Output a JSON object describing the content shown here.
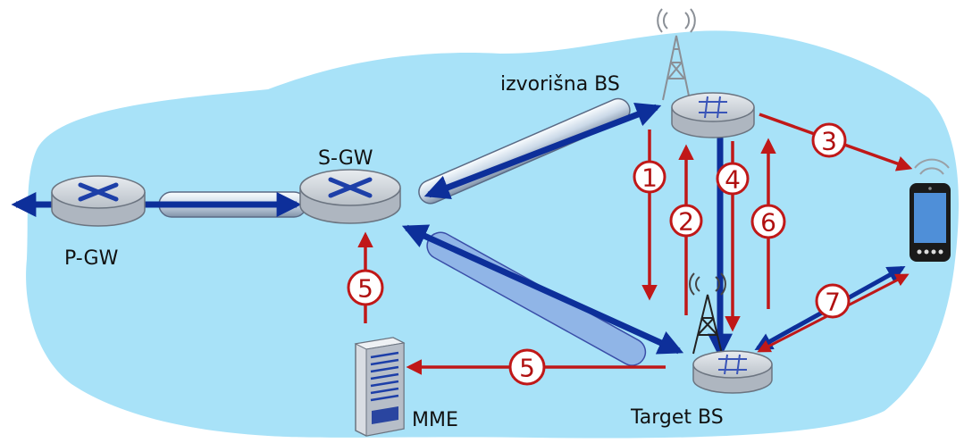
{
  "labels": {
    "source_bs": "izvorišna BS",
    "sgw": "S-GW",
    "pgw": "P-GW",
    "mme": "MME",
    "target_bs": "Target BS"
  },
  "steps": [
    "1",
    "2",
    "3",
    "4",
    "5",
    "5",
    "6",
    "7"
  ],
  "colors": {
    "cloud": "#a8e2f8",
    "tunnel_blue": "#0d2f9a",
    "signal_red": "#c01818",
    "router_fill": "#c9cfd6"
  }
}
